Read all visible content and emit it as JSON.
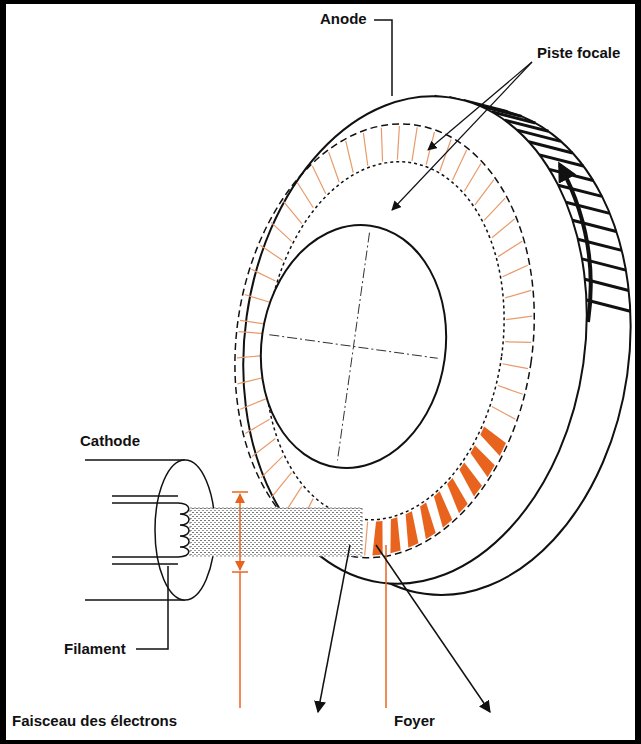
{
  "diagram": {
    "labels": [
      "Anode",
      "Piste focale",
      "Cathode",
      "Filament",
      "Faisceau des électrons",
      "Foyer"
    ]
  }
}
